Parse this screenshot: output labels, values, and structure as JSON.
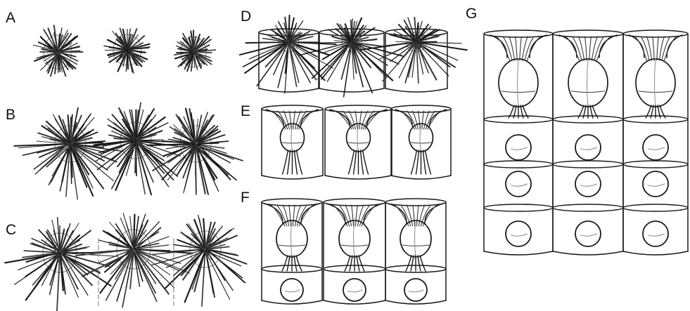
{
  "panels": [
    {
      "id": "A",
      "label": "A"
    },
    {
      "id": "B",
      "label": "B"
    },
    {
      "id": "C",
      "label": "C"
    },
    {
      "id": "D",
      "label": "D"
    },
    {
      "id": "E",
      "label": "E"
    },
    {
      "id": "F",
      "label": "F"
    },
    {
      "id": "G",
      "label": "G"
    }
  ],
  "colors": {
    "ink": "#1a1a1a",
    "background": "#ffffff"
  }
}
